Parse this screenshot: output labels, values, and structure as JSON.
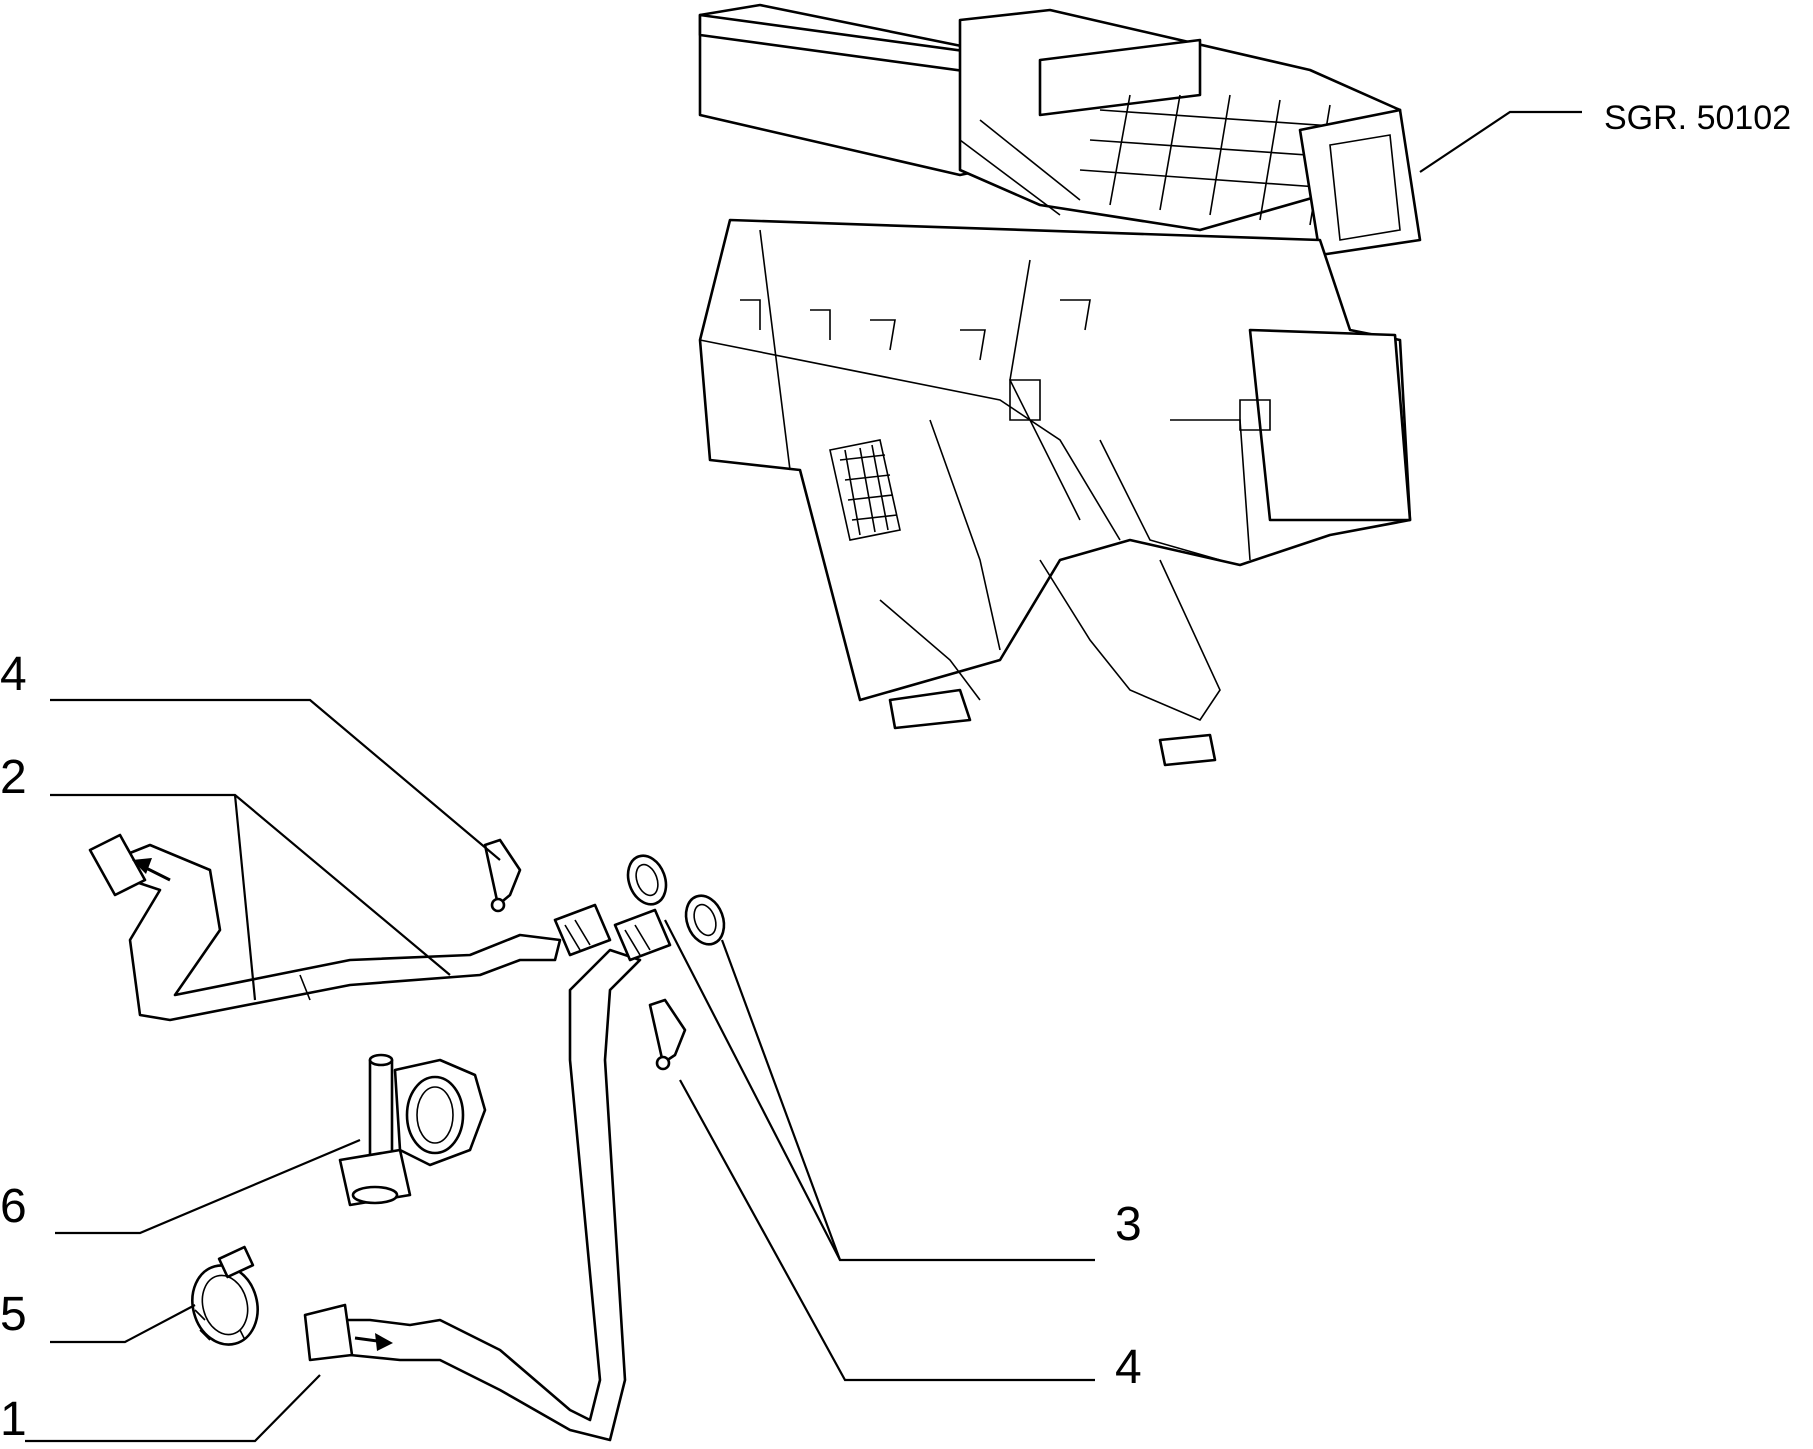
{
  "reference": {
    "code": "SGR. 50102"
  },
  "callouts": [
    {
      "id": "hose-outlet",
      "number": "1"
    },
    {
      "id": "hose-inlet",
      "number": "2"
    },
    {
      "id": "o-rings",
      "number": "3"
    },
    {
      "id": "clip-upper",
      "number": "4"
    },
    {
      "id": "clip-lower",
      "number": "4"
    },
    {
      "id": "hose-clamp",
      "number": "5"
    },
    {
      "id": "valve-bracket",
      "number": "6"
    }
  ],
  "icons": [
    "heater-unit-icon",
    "hose-icon",
    "o-ring-icon",
    "clip-icon",
    "clamp-icon",
    "valve-icon",
    "flow-arrow-icon"
  ]
}
